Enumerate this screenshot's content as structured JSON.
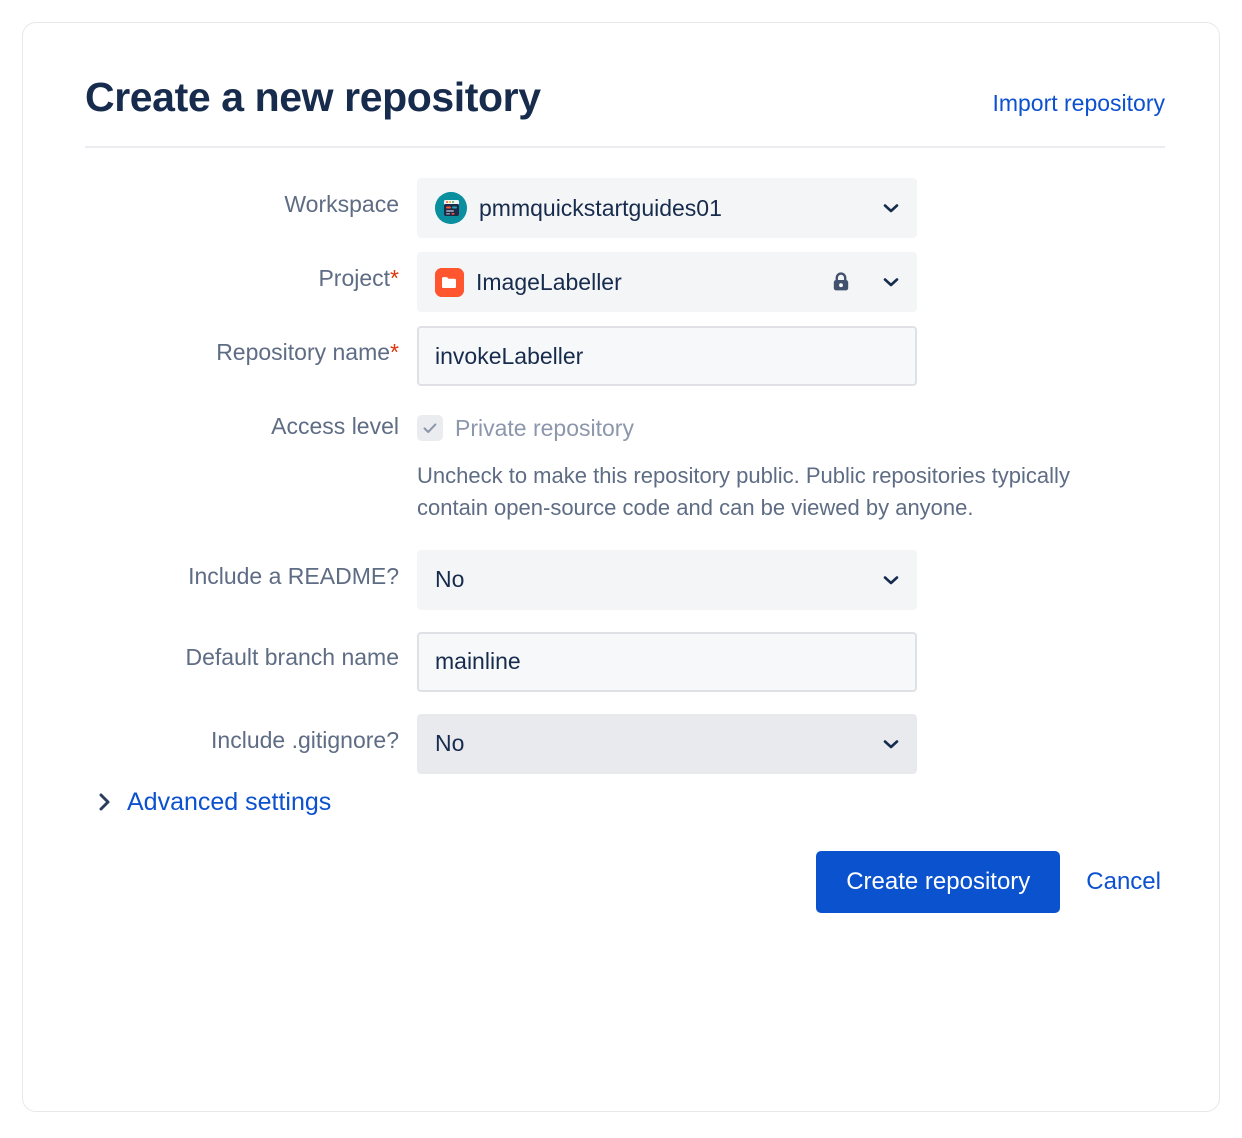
{
  "header": {
    "title": "Create a new repository",
    "import_link": "Import repository"
  },
  "form": {
    "workspace": {
      "label": "Workspace",
      "value": "pmmquickstartguides01",
      "avatar_icon": "workspace-avatar-icon",
      "chevron_icon": "chevron-down-icon"
    },
    "project": {
      "label": "Project",
      "required_marker": "*",
      "value": "ImageLabeller",
      "avatar_icon": "project-folder-icon",
      "lock_icon": "lock-icon",
      "chevron_icon": "chevron-down-icon"
    },
    "repository_name": {
      "label": "Repository name",
      "required_marker": "*",
      "value": "invokeLabeller",
      "placeholder": ""
    },
    "access_level": {
      "label": "Access level",
      "checkbox_label": "Private repository",
      "checked": true,
      "disabled": true,
      "check_icon": "checkmark-icon",
      "help_text": "Uncheck to make this repository public. Public repositories typically contain open-source code and can be viewed by anyone."
    },
    "include_readme": {
      "label": "Include a README?",
      "value": "No",
      "chevron_icon": "chevron-down-icon"
    },
    "default_branch": {
      "label": "Default branch name",
      "value": "mainline",
      "placeholder": ""
    },
    "include_gitignore": {
      "label": "Include .gitignore?",
      "value": "No",
      "chevron_icon": "chevron-down-icon"
    },
    "advanced_settings": {
      "label": "Advanced settings",
      "chevron_icon": "chevron-right-icon",
      "expanded": false
    }
  },
  "footer": {
    "create_label": "Create repository",
    "cancel_label": "Cancel"
  },
  "colors": {
    "primary_button": "#0b52ce",
    "link": "#0c51cf",
    "title_text": "#172b4d",
    "label_text": "#5e6c84",
    "required_asterisk": "#de350b",
    "field_background": "#f4f5f7",
    "field_background_hover": "#e9eaee",
    "input_border": "#dfe1e6",
    "card_border": "#e7e8ec",
    "workspace_avatar": "#0a8f9e",
    "project_avatar": "#ff5630",
    "lock": "#42526e",
    "disabled_text": "#8c97ab"
  }
}
